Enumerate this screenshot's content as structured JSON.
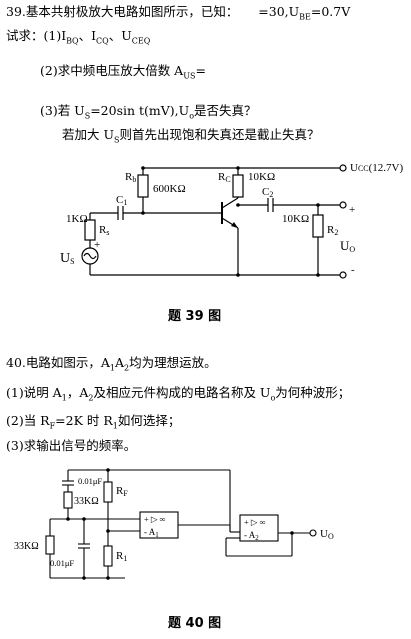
{
  "q39": {
    "line1": "39.基本共射极放大电路如图所示，已知：",
    "line1_beta": "=30,U",
    "line1_sub": "BE",
    "line1_end": "=0.7V",
    "line2": "试求：(1)I",
    "l2_s1": "BQ",
    "l2_m1": "、I",
    "l2_s2": "CQ",
    "l2_m2": "、U",
    "l2_s3": "CEQ",
    "line3": "(2)求中频电压放大倍数 A",
    "line3_sub": "US",
    "line3_end": "=",
    "line4a": "(3)若 U",
    "line4a_sub": "S",
    "line4b": "=20sin   t(mV),U",
    "line4b_sub": "o",
    "line4c": "是否失真？",
    "line5a": "若加大 U",
    "line5a_sub": "S",
    "line5b": "则首先出现饱和失真还是截止失真？",
    "caption": "题 39 图",
    "circuit": {
      "rb": "R",
      "rb_sub": "b",
      "rb_val": "600KΩ",
      "rc": "R",
      "rc_sub": "C",
      "rc_val": "10KΩ",
      "ucc": "U",
      "ucc_sub": "CC",
      "ucc_val": "(12.7V)",
      "c1": "C",
      "c1_sub": "1",
      "c2": "C",
      "c2_sub": "2",
      "rs_val": "1KΩ",
      "rs": "R",
      "rs_sub": "s",
      "r2_val": "10KΩ",
      "r2": "R",
      "r2_sub": "2",
      "us": "U",
      "us_sub": "S",
      "uo": "U",
      "uo_sub": "O",
      "plus": "+",
      "minus": "-"
    }
  },
  "q40": {
    "line1a": "40.电路如图示，A",
    "line1_s1": "1",
    "line1_m": "A",
    "line1_s2": "2",
    "line1b": "均为理想运放。",
    "line2a": "(1)说明 A",
    "line2_s1": "1",
    "line2_m": "，A",
    "line2_s2": "2",
    "line2b": "及相应元件构成的电路名称及 U",
    "line2_s3": "o",
    "line2c": "为何种波形；",
    "line3a": "(2)当 R",
    "line3_s1": "F",
    "line3b": "=2K  时 R",
    "line3_s2": "1",
    "line3c": "如何选择；",
    "line4": "(3)求输出信号的频率。",
    "caption": "题 40 图",
    "circuit": {
      "c_top": "0.01μF",
      "r_top": "33KΩ",
      "r_left": "33KΩ",
      "c_bot": "0.01μF",
      "rf": "R",
      "rf_sub": "F",
      "r1": "R",
      "r1_sub": "1",
      "a1_top": "+ ▷ ∞",
      "a1_bot": "-   A",
      "a1_sub": "1",
      "a2_top": "+ ▷ ∞",
      "a2_bot": "-   A",
      "a2_sub": "2",
      "uo": "U",
      "uo_sub": "O"
    }
  }
}
